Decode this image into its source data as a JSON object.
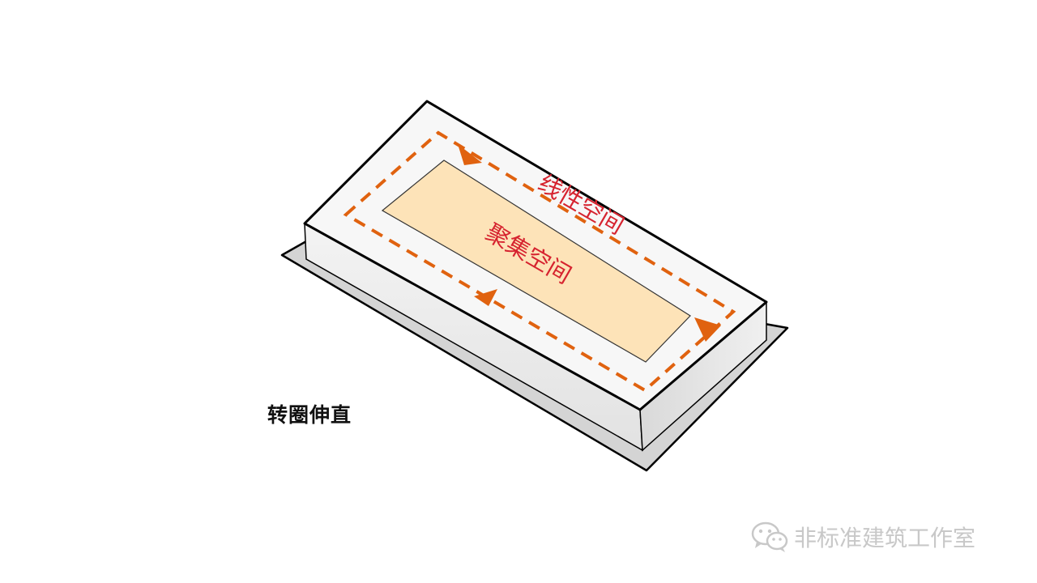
{
  "labels": {
    "linear_space": "线性空间",
    "gathering_space": "聚集空间"
  },
  "caption": "转圈伸直",
  "watermark": {
    "text": "非标准建筑工作室",
    "icon": "wechat-icon"
  },
  "colors": {
    "path_orange": "#e0620f",
    "label_red": "#d6232f",
    "inner_fill": "#fde3b8",
    "shadow": "#d4d4d4",
    "outline": "#000000",
    "top_face": "#f7f7f7",
    "side_face": "#ececec"
  }
}
